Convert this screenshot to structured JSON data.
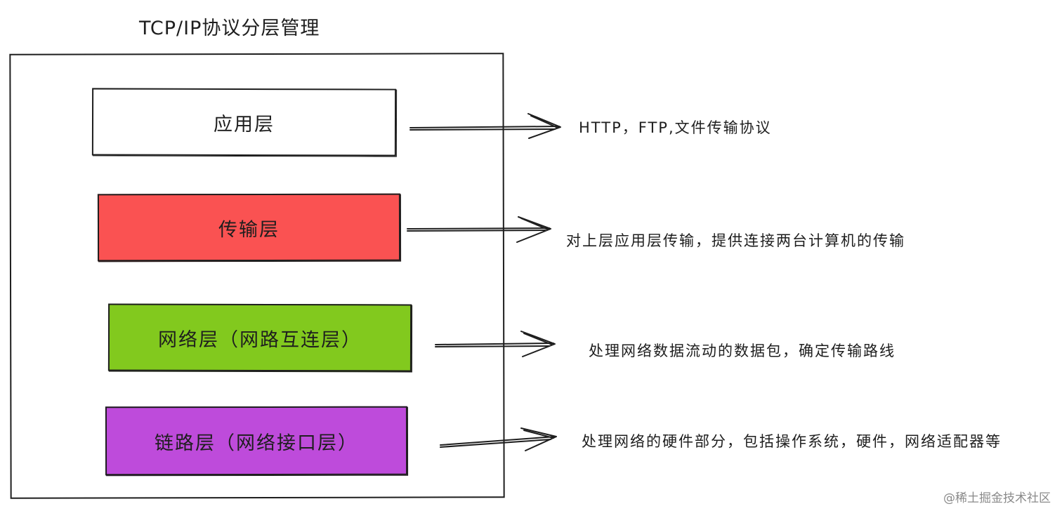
{
  "title": "TCP/IP协议分层管理",
  "colors": {
    "application": "#ffffff",
    "transport": "#fa5252",
    "network": "#82c91e",
    "link": "#be4bdb",
    "stroke": "#1e1e1e"
  },
  "layers": [
    {
      "label": "应用层",
      "description": "HTTP，FTP,文件传输协议"
    },
    {
      "label": "传输层",
      "description": "对上层应用层传输，提供连接两台计算机的传输"
    },
    {
      "label": "网络层（网路互连层）",
      "description": "处理网络数据流动的数据包，确定传输路线"
    },
    {
      "label": "链路层（网络接口层）",
      "description": "处理网络的硬件部分，包括操作系统，硬件，网络适配器等"
    }
  ],
  "watermark": "@稀土掘金技术社区"
}
